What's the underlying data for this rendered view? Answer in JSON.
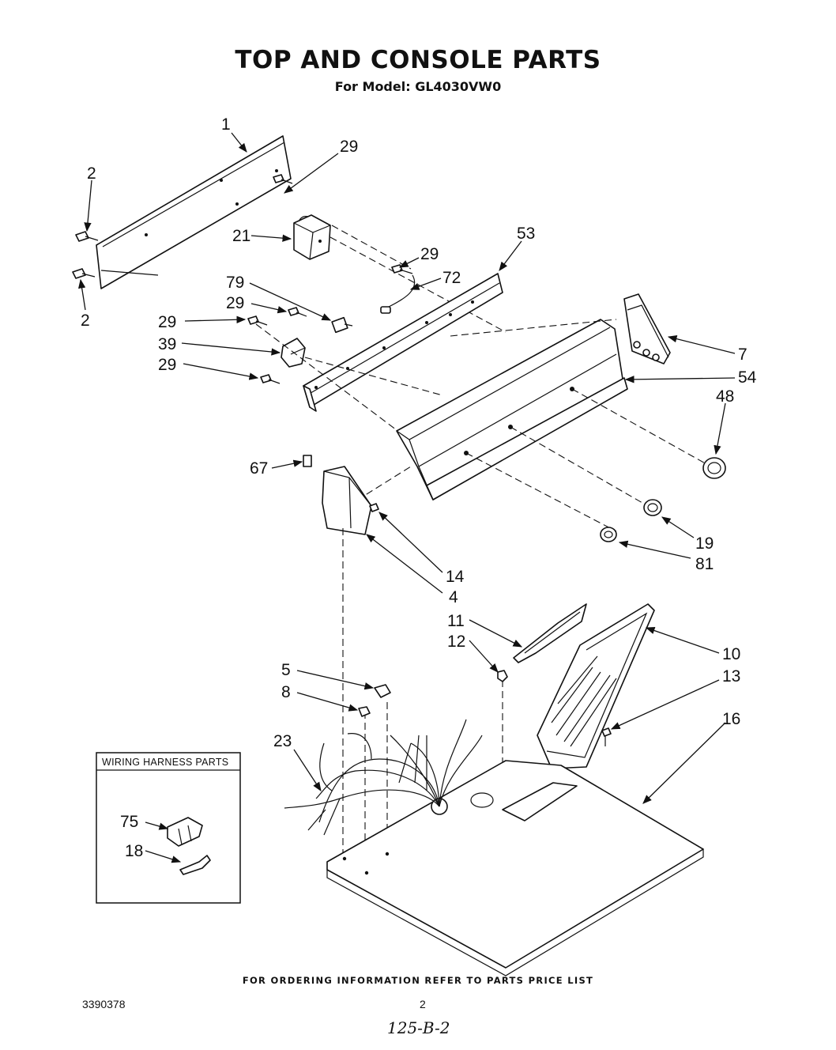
{
  "header": {
    "title": "TOP AND CONSOLE PARTS",
    "subtitle": "For Model: GL4030VW0"
  },
  "callouts": {
    "c1": "1",
    "c2a": "2",
    "c2b": "2",
    "c29a": "29",
    "c21": "21",
    "c29b": "29",
    "c53": "53",
    "c72": "72",
    "c79": "79",
    "c29c": "29",
    "c29d": "29",
    "c39": "39",
    "c29e": "29",
    "c7": "7",
    "c54": "54",
    "c48": "48",
    "c67": "67",
    "c19": "19",
    "c81": "81",
    "c14": "14",
    "c4": "4",
    "c11": "11",
    "c12": "12",
    "c10": "10",
    "c5": "5",
    "c13": "13",
    "c8": "8",
    "c16": "16",
    "c23": "23",
    "c75": "75",
    "c18": "18"
  },
  "inset": {
    "title": "WIRING HARNESS PARTS"
  },
  "footer": {
    "ordering_note": "FOR ORDERING INFORMATION REFER TO PARTS PRICE LIST",
    "doc_number": "3390378",
    "page_number": "2",
    "handwritten_note": "125-B-2"
  }
}
